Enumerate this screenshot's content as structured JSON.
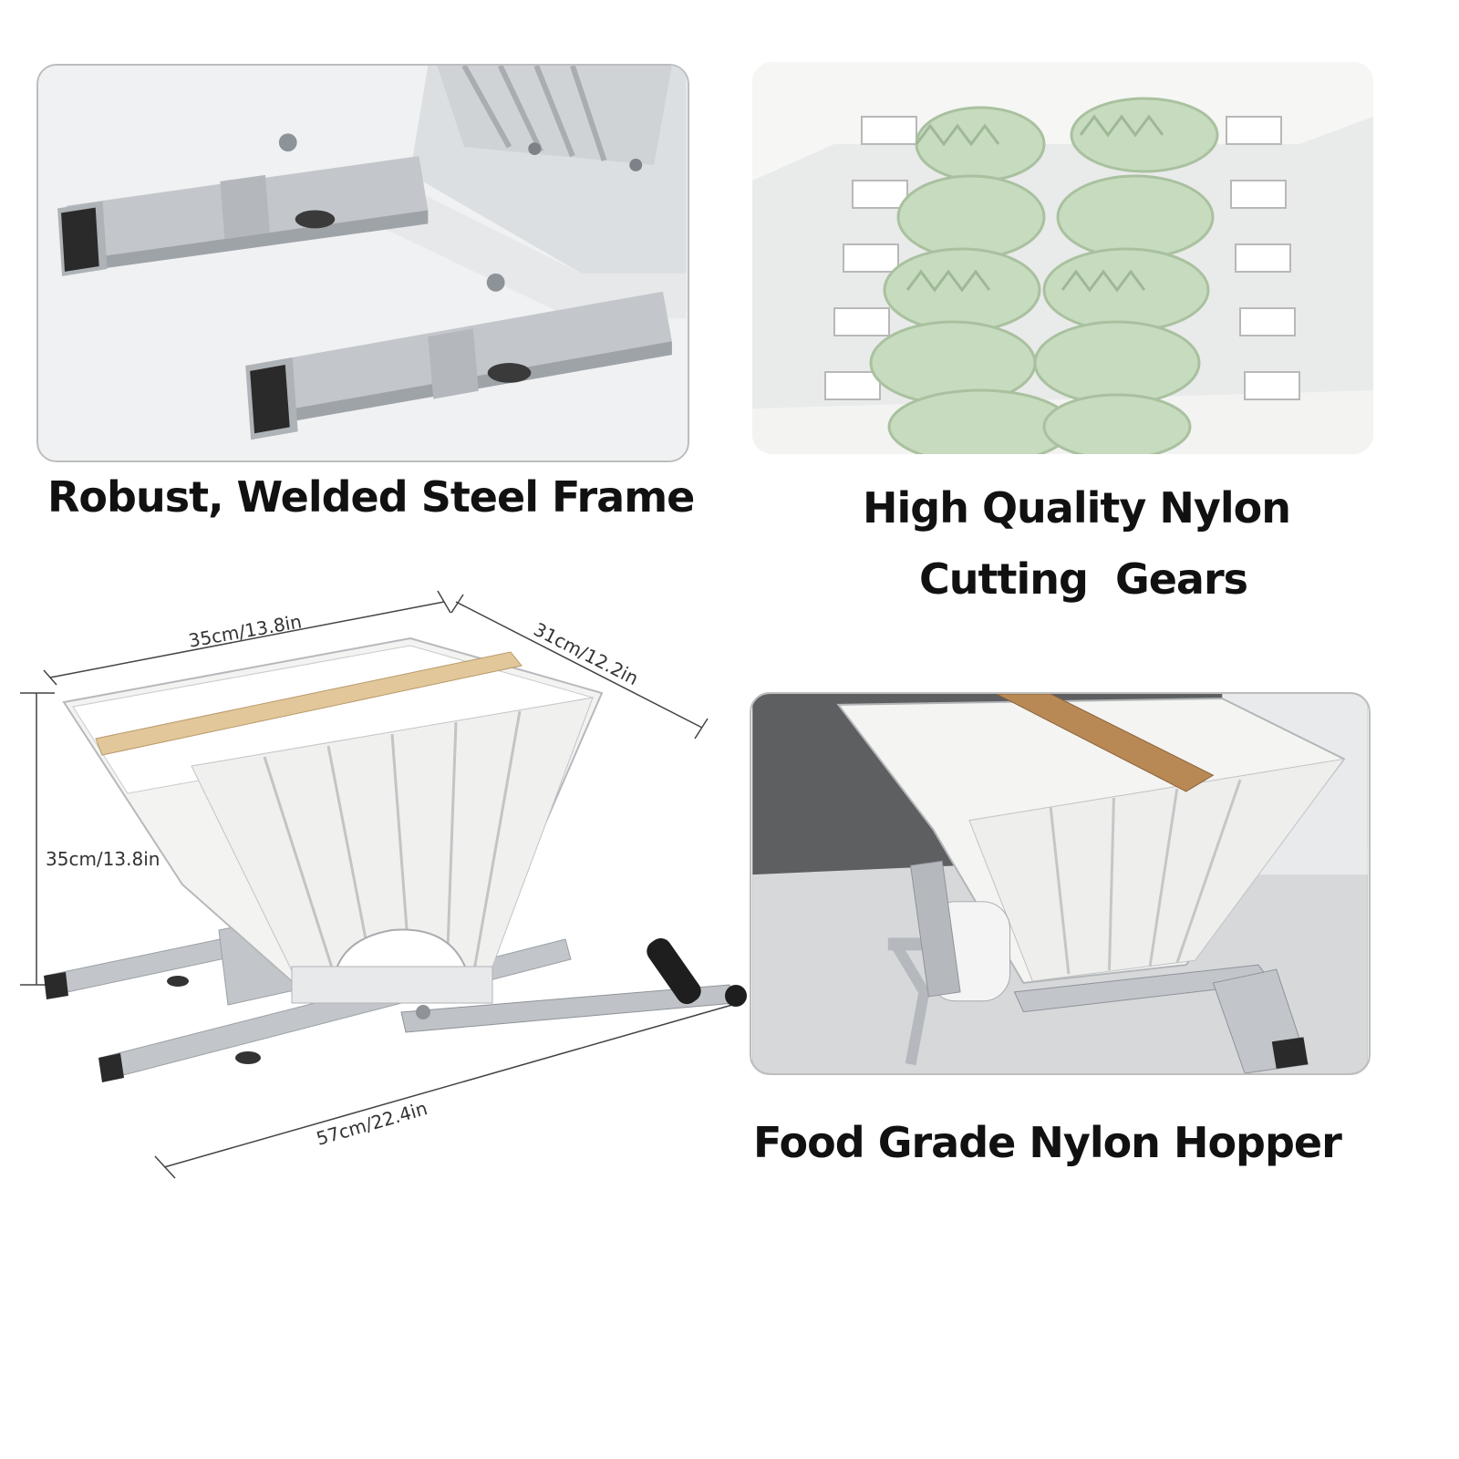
{
  "panels": {
    "frame": {
      "caption": "Robust, Welded Steel Frame"
    },
    "gears": {
      "caption_line1": "High Quality Nylon",
      "caption_line2": "Cutting  Gears"
    },
    "hopper": {
      "caption": "Food Grade Nylon Hopper"
    }
  },
  "dimensions": {
    "width_top": "35cm/13.8in",
    "depth": "31cm/12.2in",
    "height": "35cm/13.8in",
    "length": "57cm/22.4in"
  },
  "colors": {
    "steel": "#b9bdc1",
    "nylon_white": "#f2f2f0",
    "gear_green": "#c9dcc0",
    "wood": "#d9b98a",
    "handle": "#1e1e1e"
  }
}
